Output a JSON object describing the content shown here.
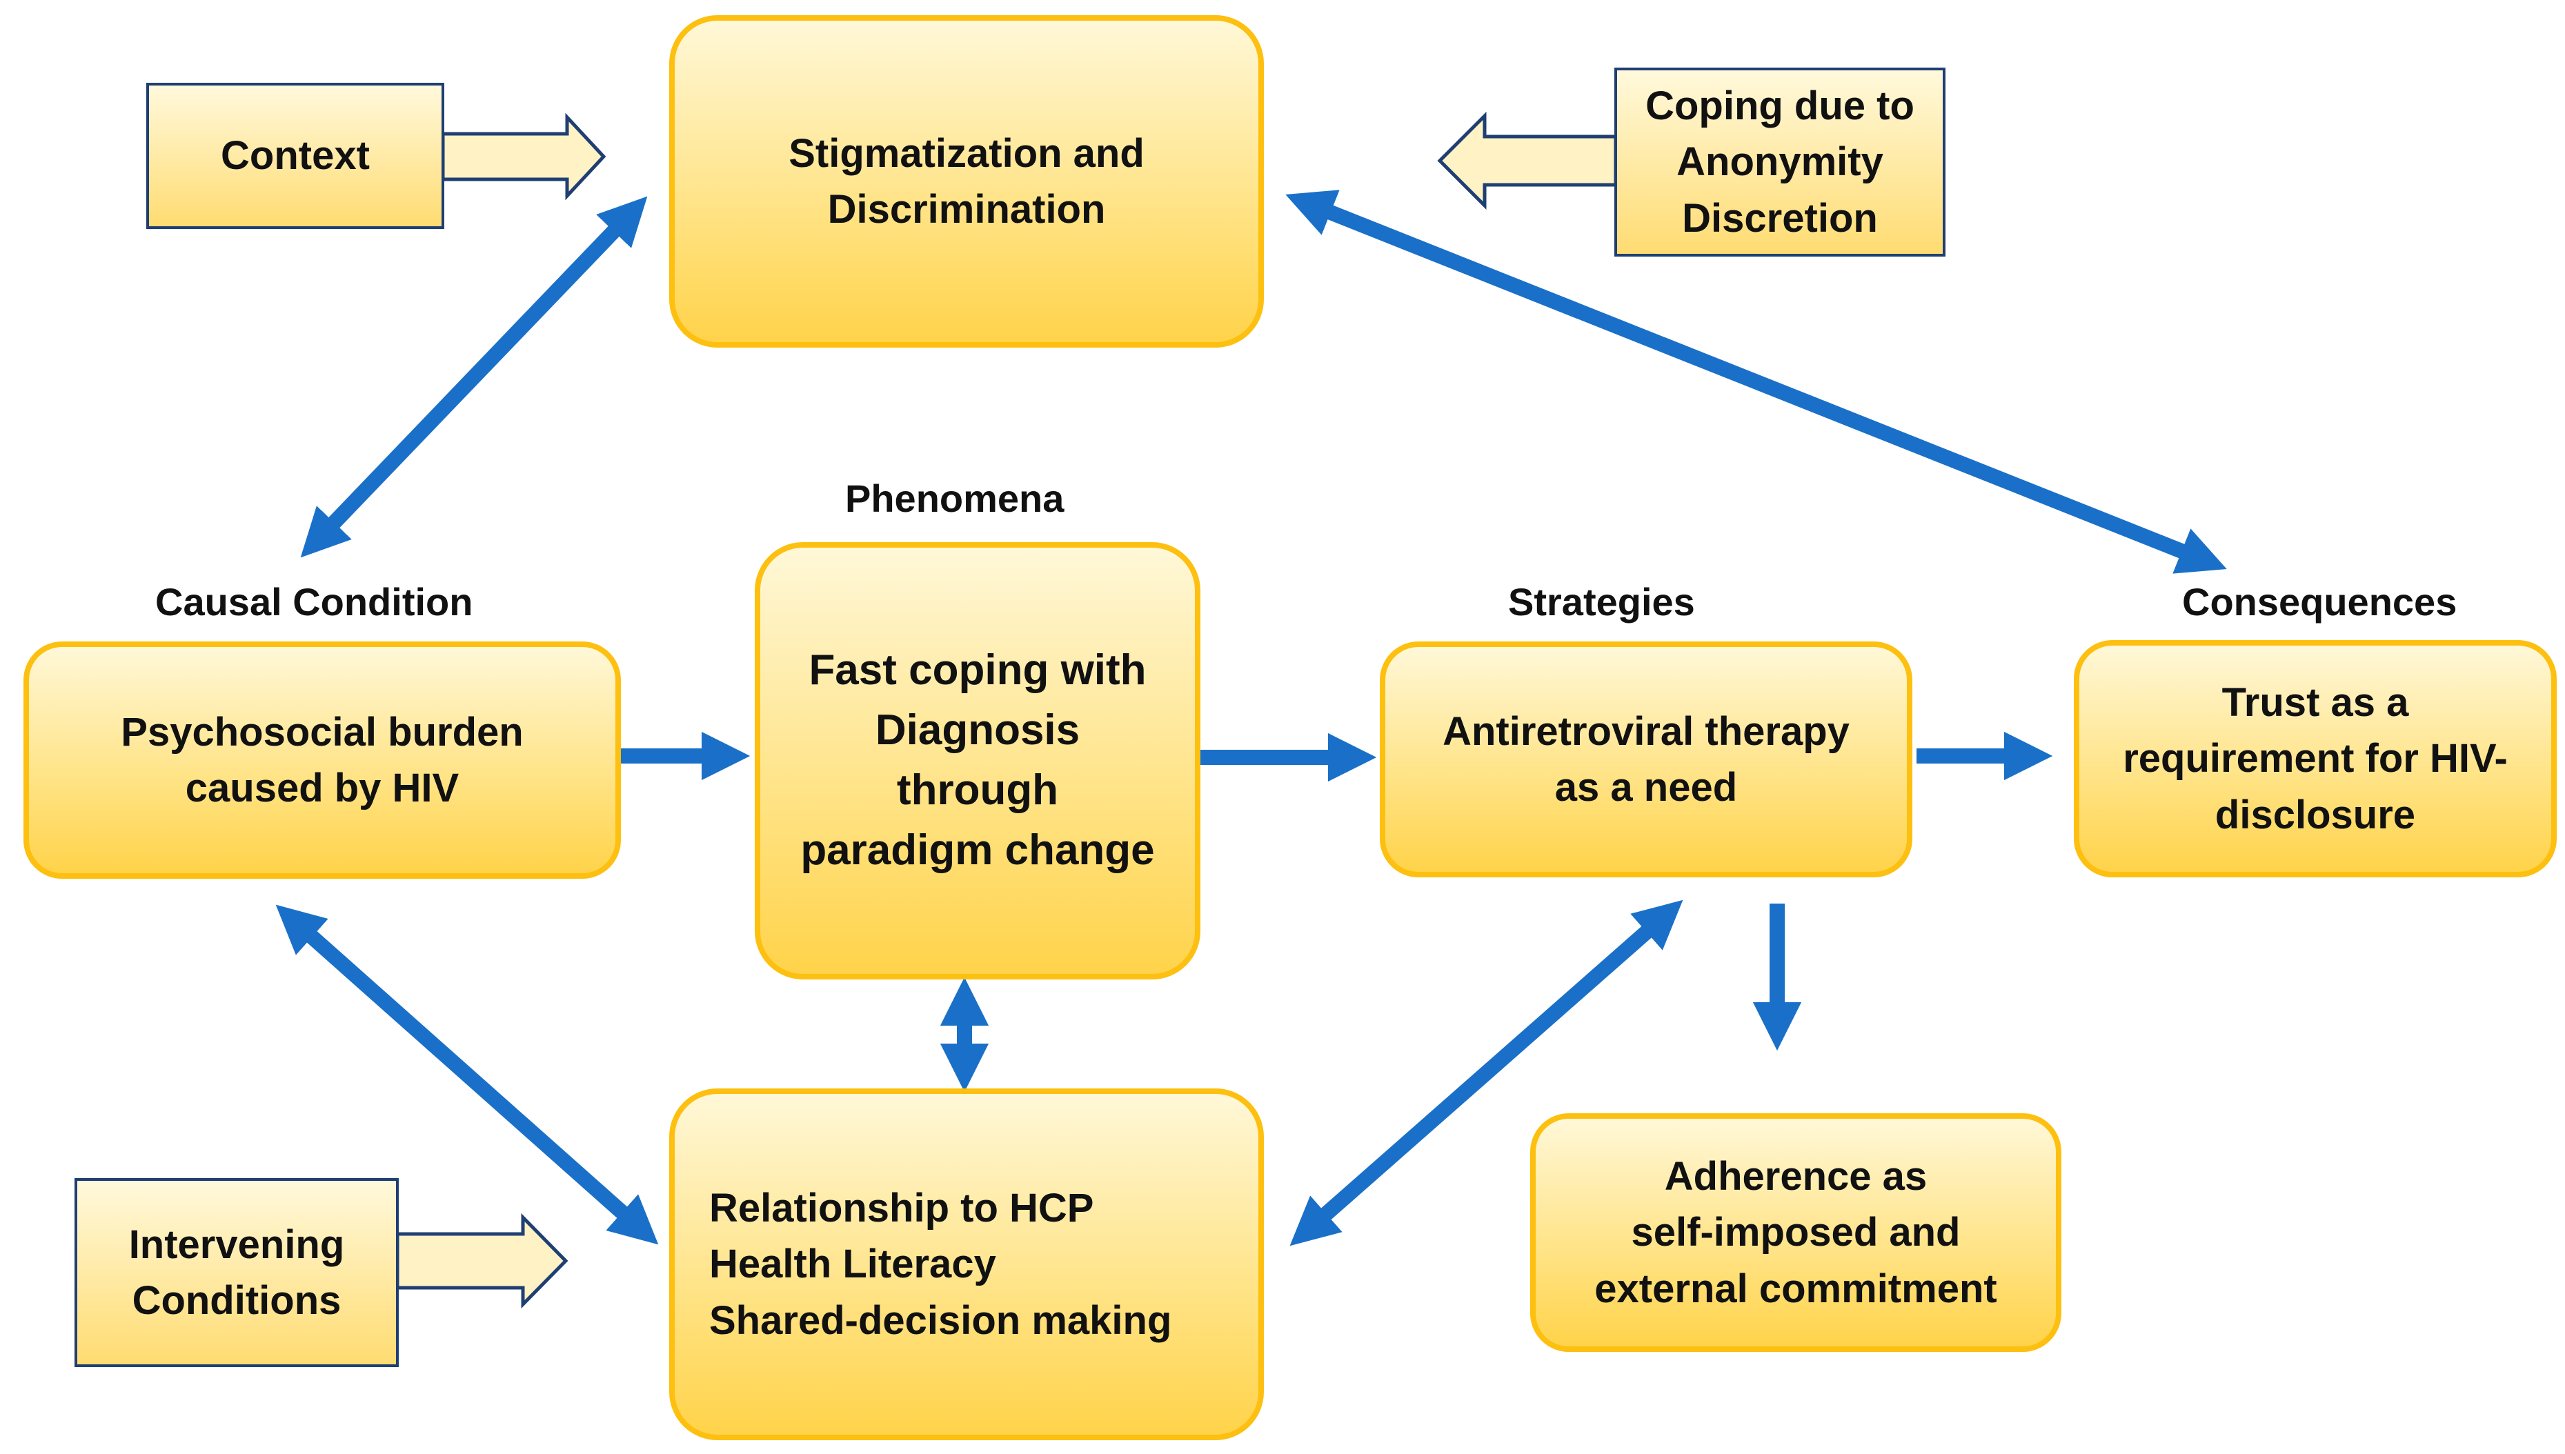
{
  "colors": {
    "arrow": "#1A70C8",
    "box_border": "#FDC010",
    "box_fill_top": "#FFF8D8",
    "box_fill_bottom": "#FFD34A",
    "tag_border": "#1F3F73",
    "hollow_arrow_stroke": "#1F3F73"
  },
  "headings": {
    "phenomena": "Phenomena",
    "causal": "Causal Condition",
    "strategies": "Strategies",
    "consequences": "Consequences"
  },
  "tags": {
    "context": [
      "Context"
    ],
    "coping": [
      "Coping due to",
      "Anonymity",
      "Discretion"
    ],
    "intervening": [
      "Intervening",
      "Conditions"
    ]
  },
  "boxes": {
    "stigmatization": [
      "Stigmatization and",
      "Discrimination"
    ],
    "psychosocial": [
      "Psychosocial burden",
      "caused by HIV"
    ],
    "fast_coping": [
      "Fast coping with",
      "Diagnosis",
      "through",
      "paradigm change"
    ],
    "antiretroviral": [
      "Antiretroviral therapy",
      "as a need"
    ],
    "trust": [
      "Trust as a",
      "requirement for HIV-",
      "disclosure"
    ],
    "relationship": [
      "Relationship to HCP",
      "Health Literacy",
      "Shared-decision making"
    ],
    "adherence": [
      "Adherence as",
      "self-imposed and",
      "external commitment"
    ]
  }
}
